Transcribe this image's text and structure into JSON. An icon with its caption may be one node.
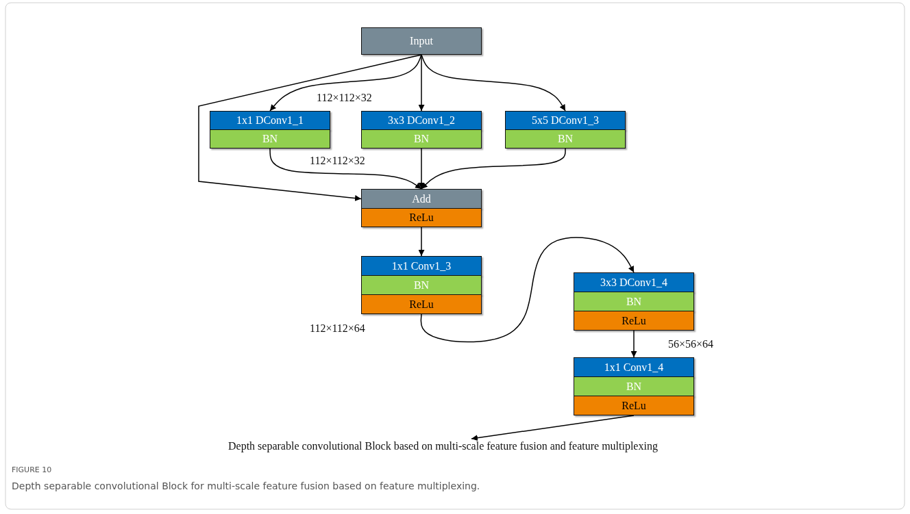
{
  "diagram": {
    "title": "FIGURE 10",
    "caption": "Depth separable convolutional Block for multi-scale feature fusion based on feature multiplexing.",
    "nodes": [
      {
        "text": [
          "Input"
        ]
      },
      {
        "text": [
          "1x1 DConv1_1"
        ]
      },
      {
        "text": [
          "BN"
        ]
      },
      {
        "text": [
          "3x3 DConv1_2"
        ]
      },
      {
        "text": [
          "BN"
        ]
      },
      {
        "text": [
          "5x5 DConv1_3"
        ]
      },
      {
        "text": [
          "BN"
        ]
      },
      {
        "text": [
          "Add"
        ]
      },
      {
        "text": [
          "ReLu"
        ]
      },
      {
        "text": [
          "1x1 Conv1_3"
        ]
      },
      {
        "text": [
          "BN"
        ]
      },
      {
        "text": [
          "ReLu"
        ]
      },
      {
        "text": [
          "3x3 DConv1_4"
        ]
      },
      {
        "text": [
          "BN"
        ]
      },
      {
        "text": [
          "ReLu"
        ]
      },
      {
        "text": [
          "1x1 Conv1_4"
        ]
      },
      {
        "text": [
          "BN"
        ]
      },
      {
        "text": [
          "ReLu"
        ]
      },
      {
        "text": [
          "Depth separable convolutional Block based on multi-scale feature fusion and feature multiplexing"
        ]
      }
    ],
    "edges": [
      {
        "from": 0,
        "to": 1,
        "arrow": "to"
      },
      {
        "from": 0,
        "to": 3,
        "arrow": "to"
      },
      {
        "from": 0,
        "to": 5,
        "arrow": "to"
      },
      {
        "from": 0,
        "to": 7,
        "arrow": "to"
      },
      {
        "from": 2,
        "to": 7,
        "arrow": "to"
      },
      {
        "from": 4,
        "to": 7,
        "arrow": "to"
      },
      {
        "from": 6,
        "to": 7,
        "arrow": "to"
      },
      {
        "from": 8,
        "to": 9,
        "arrow": "to"
      },
      {
        "from": 11,
        "to": 12,
        "arrow": "to"
      },
      {
        "from": 14,
        "to": 15,
        "arrow": "to"
      },
      {
        "from": 17,
        "to": 18,
        "arrow": "to"
      }
    ],
    "labels": [
      "112×112×32",
      "112×112×32",
      "112×112×64",
      "56×56×64"
    ]
  }
}
